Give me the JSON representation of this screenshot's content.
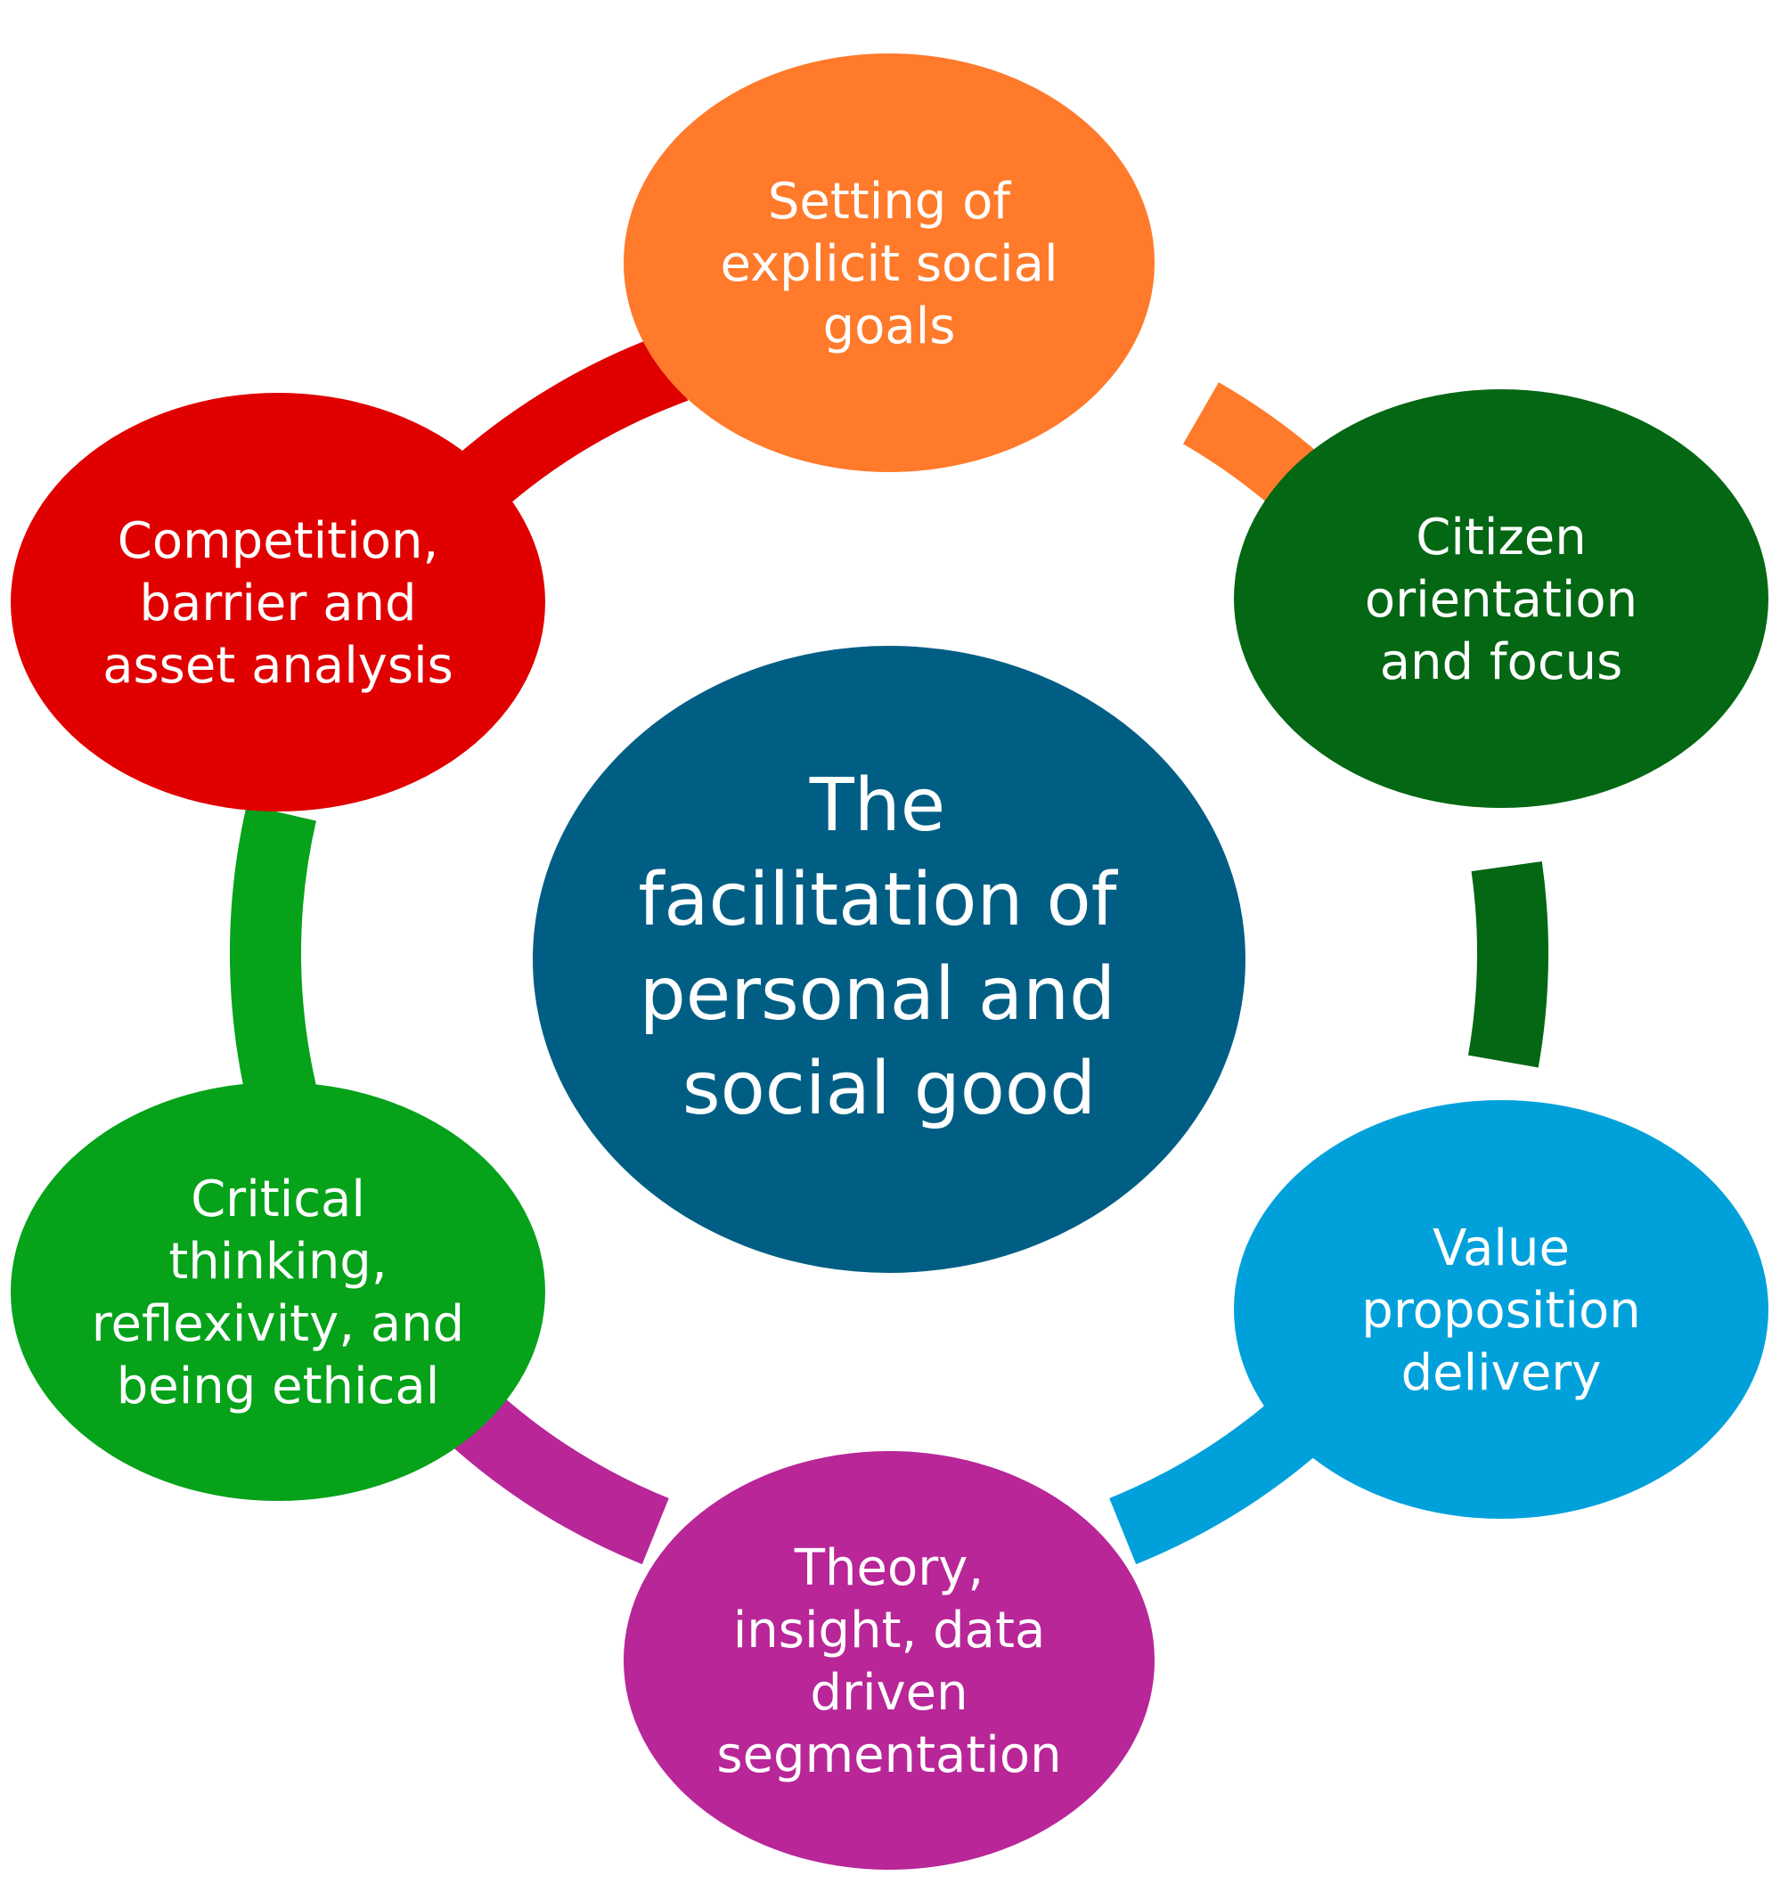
{
  "center": {
    "lines": [
      "The",
      "facilitation of",
      "personal and",
      "social good"
    ],
    "color": "#005E84"
  },
  "nodes": [
    {
      "id": "top",
      "lines": [
        "Setting of",
        "explicit social",
        "goals"
      ],
      "color": "#FF7A2A"
    },
    {
      "id": "upper-right",
      "lines": [
        "Citizen",
        "orientation",
        "and focus"
      ],
      "color": "#036713"
    },
    {
      "id": "lower-right",
      "lines": [
        "Value",
        "proposition",
        "delivery"
      ],
      "color": "#00A1DB"
    },
    {
      "id": "bottom",
      "lines": [
        "Theory,",
        "insight, data",
        "driven",
        "segmentation"
      ],
      "color": "#B82698"
    },
    {
      "id": "lower-left",
      "lines": [
        "Critical",
        "thinking,",
        "reflexivity, and",
        "being ethical"
      ],
      "color": "#05A21A"
    },
    {
      "id": "upper-left",
      "lines": [
        "Competition,",
        "barrier  and",
        "asset analysis"
      ],
      "color": "#E00000"
    }
  ]
}
